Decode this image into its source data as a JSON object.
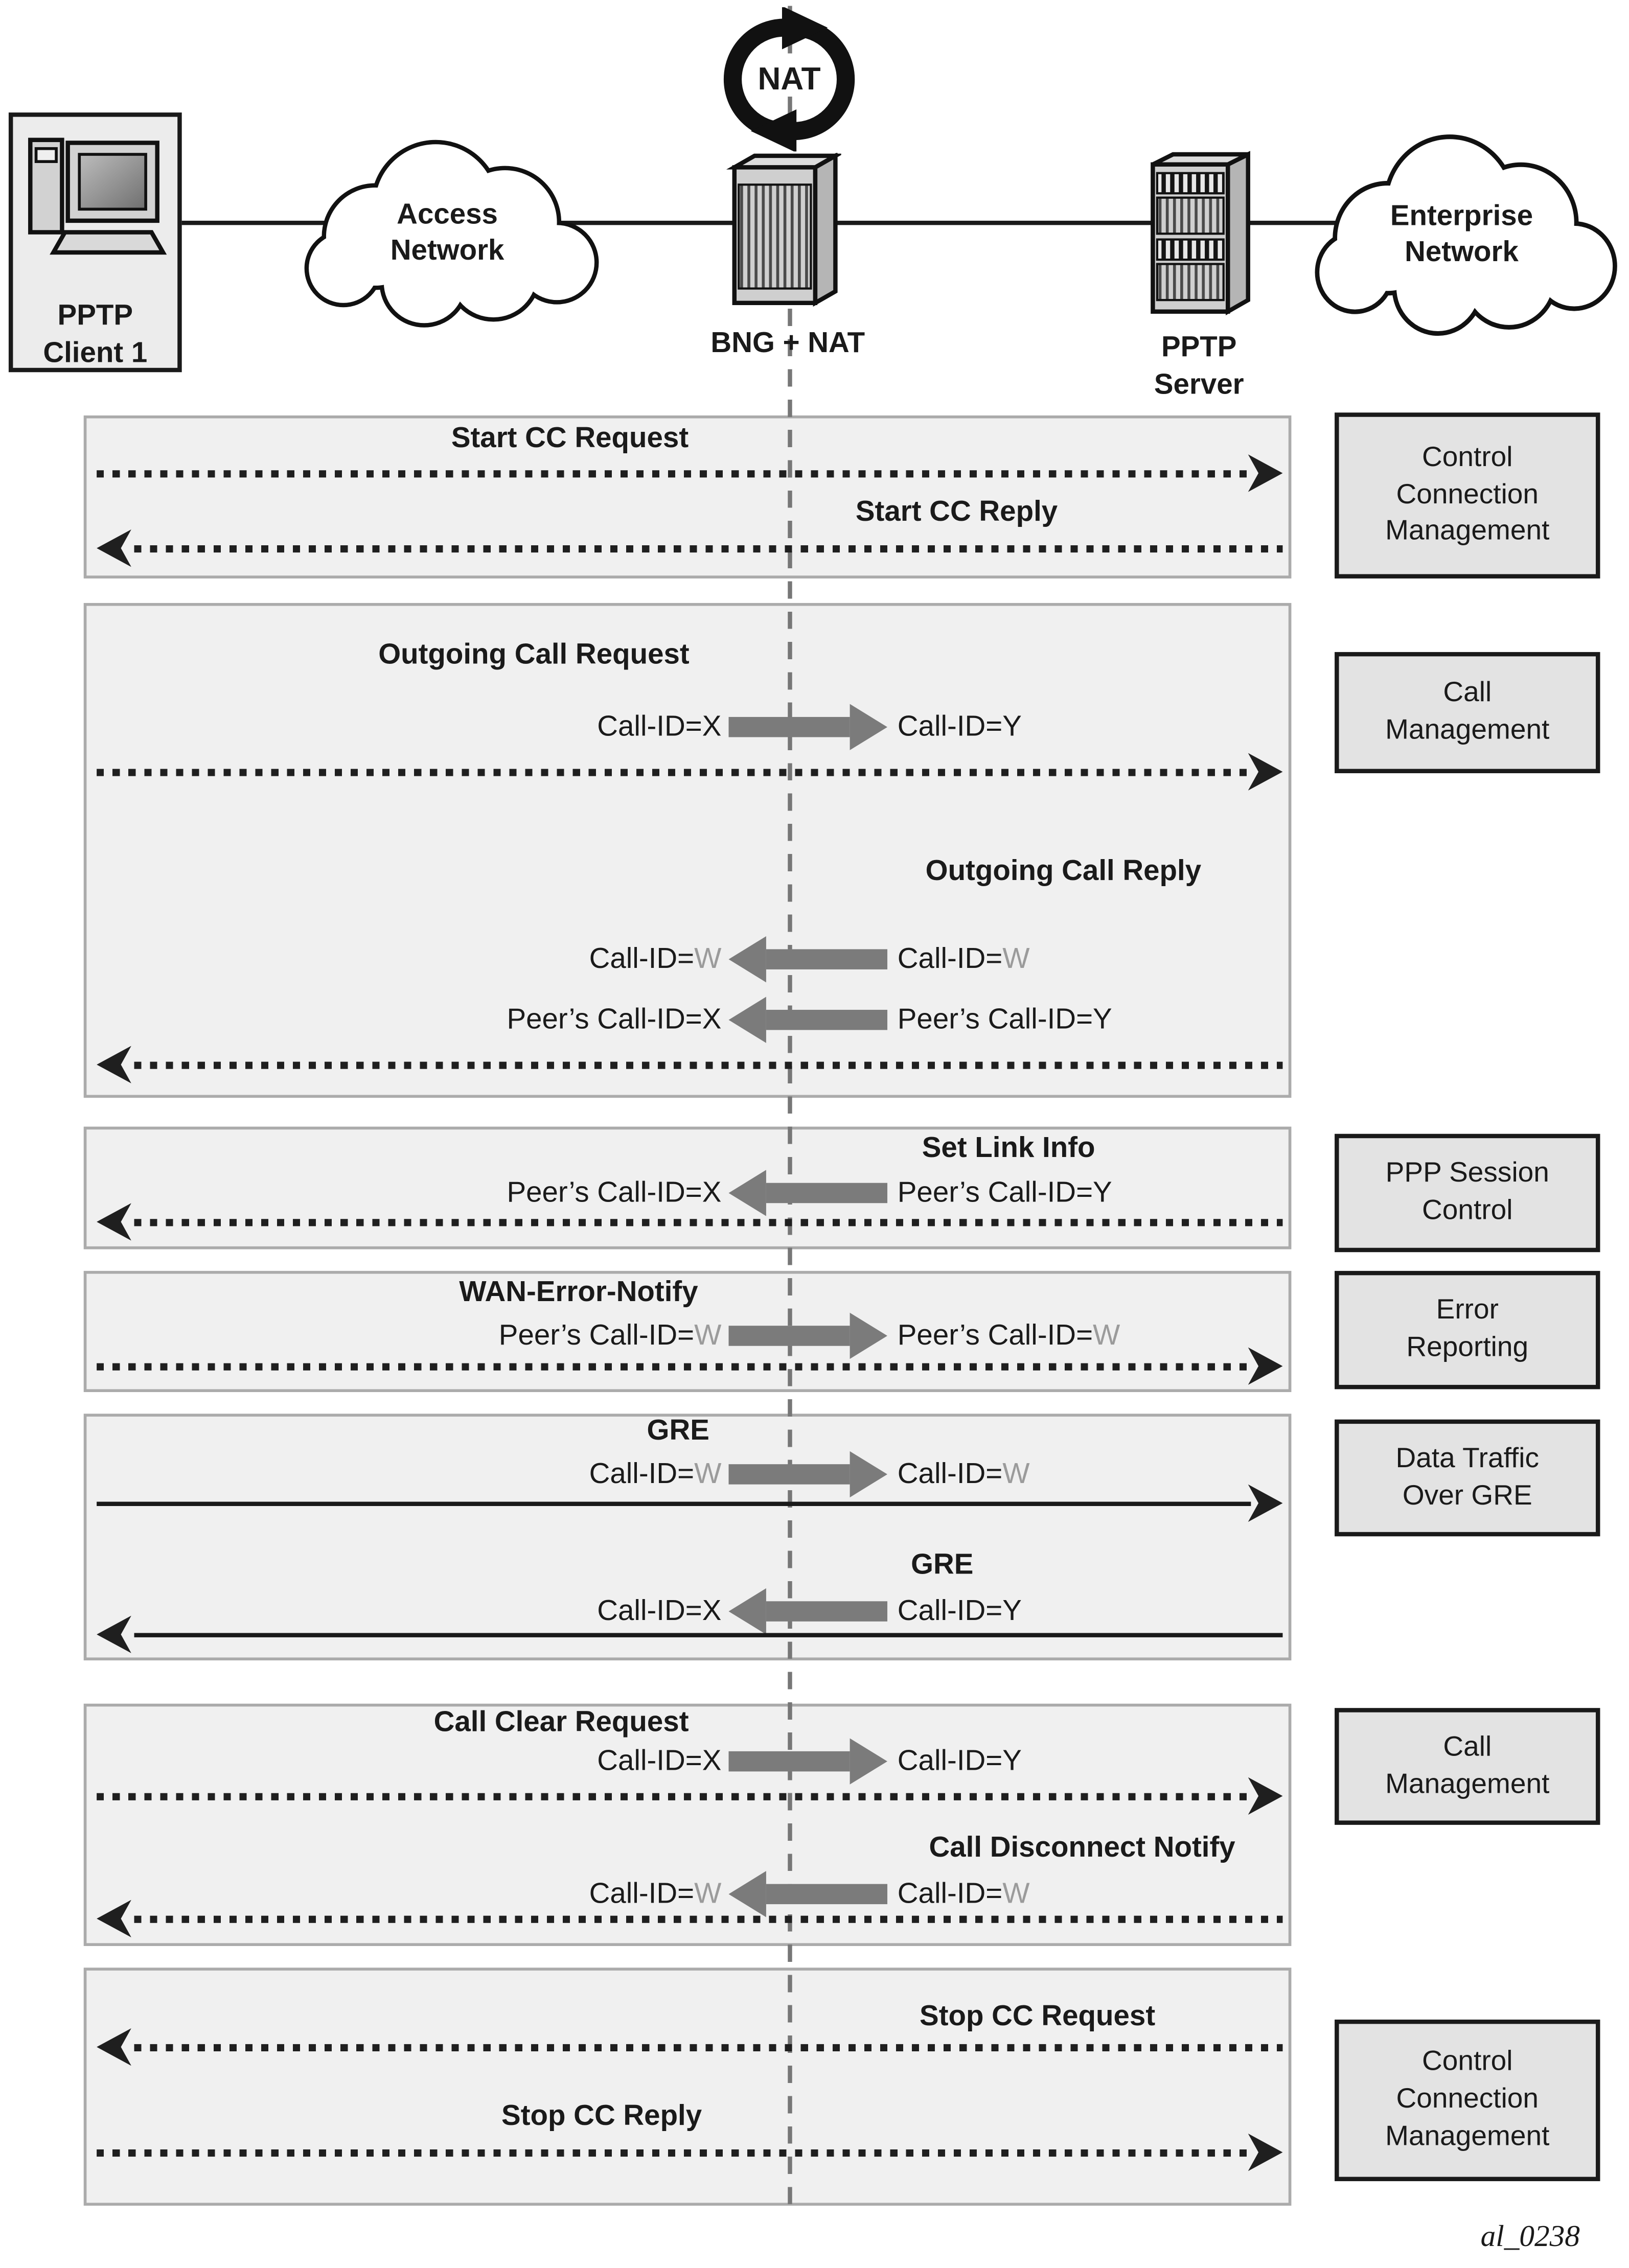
{
  "figure": {
    "code": "al_0238"
  },
  "header": {
    "client": {
      "line1": "PPTP",
      "line2": "Client 1"
    },
    "access_network": {
      "line1": "Access",
      "line2": "Network"
    },
    "nat": {
      "label": "NAT"
    },
    "bng": {
      "label": "BNG + NAT"
    },
    "server": {
      "line1": "PPTP",
      "line2": "Server"
    },
    "enterprise": {
      "line1": "Enterprise",
      "line2": "Network"
    }
  },
  "colors": {
    "section_fill": "#f0f0f0",
    "side_box_fill": "#e3e3e3",
    "translate_arrow_gray": "#7b7b7b",
    "value_gray": "#9b9b9b",
    "lifeline_gray": "#777777"
  },
  "sections": [
    {
      "side_label": [
        "Control",
        "Connection",
        "Management"
      ],
      "messages": [
        {
          "title": "Start CC Request",
          "arrow": "dotted-right"
        },
        {
          "title": "Start CC Reply",
          "arrow": "dotted-left"
        }
      ]
    },
    {
      "side_label": [
        "Call",
        "Management"
      ],
      "messages": [
        {
          "title": "Outgoing Call Request",
          "arrow": "dotted-right",
          "map": {
            "left_prefix": "Call-ID=",
            "left_value": "X",
            "right_prefix": "Call-ID=",
            "right_value": "Y",
            "direction": "right"
          }
        },
        {
          "title": "Outgoing Call Reply",
          "arrow": "dotted-left",
          "map": {
            "left_prefix": "Call-ID=",
            "left_value": "W",
            "right_prefix": "Call-ID=",
            "right_value": "W",
            "direction": "left"
          },
          "map2": {
            "left_prefix": "Peer’s Call-ID=",
            "left_value": "X",
            "right_prefix": "Peer’s Call-ID=",
            "right_value": "Y",
            "direction": "left"
          }
        }
      ]
    },
    {
      "side_label": [
        "PPP Session",
        "Control"
      ],
      "messages": [
        {
          "title": "Set Link Info",
          "arrow": "dotted-left",
          "map": {
            "left_prefix": "Peer’s Call-ID=",
            "left_value": "X",
            "right_prefix": "Peer’s Call-ID=",
            "right_value": "Y",
            "direction": "left"
          }
        }
      ]
    },
    {
      "side_label": [
        "Error",
        "Reporting"
      ],
      "messages": [
        {
          "title": "WAN-Error-Notify",
          "arrow": "dotted-right",
          "map": {
            "left_prefix": "Peer’s Call-ID=",
            "left_value": "W",
            "right_prefix": "Peer’s Call-ID=",
            "right_value": "W",
            "direction": "right"
          }
        }
      ]
    },
    {
      "side_label": [
        "Data Traffic",
        "Over GRE"
      ],
      "messages": [
        {
          "title": "GRE",
          "arrow": "solid-right",
          "map": {
            "left_prefix": "Call-ID=",
            "left_value": "W",
            "right_prefix": "Call-ID=",
            "right_value": "W",
            "direction": "right"
          }
        },
        {
          "title": "GRE",
          "arrow": "solid-left",
          "map": {
            "left_prefix": "Call-ID=",
            "left_value": "X",
            "right_prefix": "Call-ID=",
            "right_value": "Y",
            "direction": "left"
          }
        }
      ]
    },
    {
      "side_label": [
        "Call",
        "Management"
      ],
      "messages": [
        {
          "title": "Call Clear Request",
          "arrow": "dotted-right",
          "map": {
            "left_prefix": "Call-ID=",
            "left_value": "X",
            "right_prefix": "Call-ID=",
            "right_value": "Y",
            "direction": "right"
          }
        },
        {
          "title": "Call Disconnect Notify",
          "arrow": "dotted-left",
          "map": {
            "left_prefix": "Call-ID=",
            "left_value": "W",
            "right_prefix": "Call-ID=",
            "right_value": "W",
            "direction": "left"
          }
        }
      ]
    },
    {
      "side_label": [
        "Control",
        "Connection",
        "Management"
      ],
      "messages": [
        {
          "title": "Stop CC Request",
          "arrow": "dotted-left"
        },
        {
          "title": "Stop CC Reply",
          "arrow": "dotted-right"
        }
      ]
    }
  ]
}
